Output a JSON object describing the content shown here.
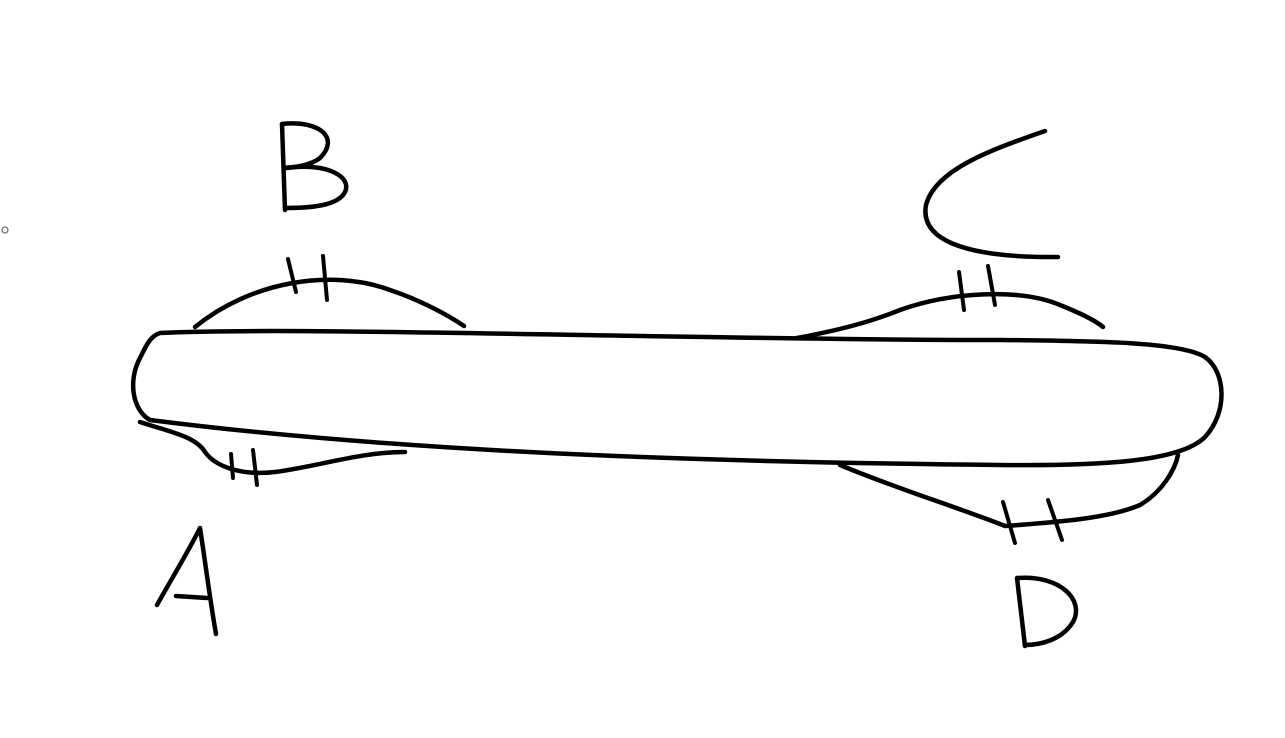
{
  "diagram": {
    "labels": {
      "a": "A",
      "b": "B",
      "c": "C",
      "d": "D"
    },
    "colors": {
      "ink": "#000000",
      "background": "#ffffff"
    }
  }
}
